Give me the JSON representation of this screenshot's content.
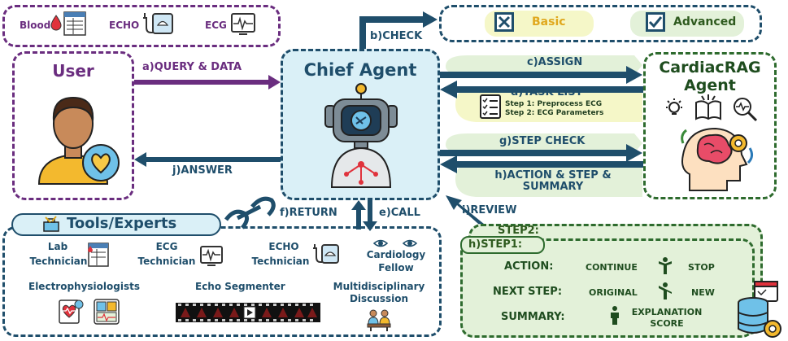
{
  "inputs": {
    "blood": "Blood",
    "echo": "ECHO",
    "ecg": "ECG"
  },
  "check_options": {
    "basic": "Basic",
    "advanced": "Advanced"
  },
  "user": {
    "title": "User"
  },
  "chief": {
    "title": "Chief Agent"
  },
  "rag": {
    "title_line1": "CardiacRAG",
    "title_line2": "Agent"
  },
  "arrows": {
    "query": "a)QUERY & DATA",
    "check": "b)CHECK",
    "assign": "c)ASSIGN",
    "task_list": "d)TASK LIST",
    "task_step1": "Step 1: Preprocess ECG",
    "task_step2": "Step 2: ECG Parameters",
    "call": "e)CALL",
    "return": "f)RETURN",
    "step_check": "g)STEP CHECK",
    "action_step_line1": "h)ACTION & STEP &",
    "action_step_line2": "SUMMARY",
    "review": "i)REVIEW",
    "answer": "j)ANSWER"
  },
  "tools": {
    "title": "Tools/Experts",
    "lab_line1": "Lab",
    "lab_line2": "Technician",
    "ecg_line1": "ECG",
    "ecg_line2": "Technician",
    "echo_line1": "ECHO",
    "echo_line2": "Technician",
    "cardio_line1": "Cardiology",
    "cardio_line2": "Fellow",
    "electro": "Electrophysiologists",
    "segmenter": "Echo Segmenter",
    "multi_line1": "Multidisciplinary",
    "multi_line2": "Discussion"
  },
  "steps": {
    "step2": "STEP2:",
    "step1": "h)STEP1:",
    "action_label": "ACTION:",
    "action_continue": "CONTINUE",
    "action_stop": "STOP",
    "next_label": "NEXT STEP:",
    "next_original": "ORIGINAL",
    "next_new": "NEW",
    "summary_label": "SUMMARY:",
    "summary_expl_line1": "EXPLANATION",
    "summary_expl_line2": "SCORE"
  },
  "colors": {
    "purple": "#6a2d7f",
    "navy": "#1f4e6b",
    "green": "#2e6b2e",
    "teal_fill": "#daf0f7",
    "green_fill": "#e3f1d9",
    "yellow_fill": "#f5f7c8"
  }
}
